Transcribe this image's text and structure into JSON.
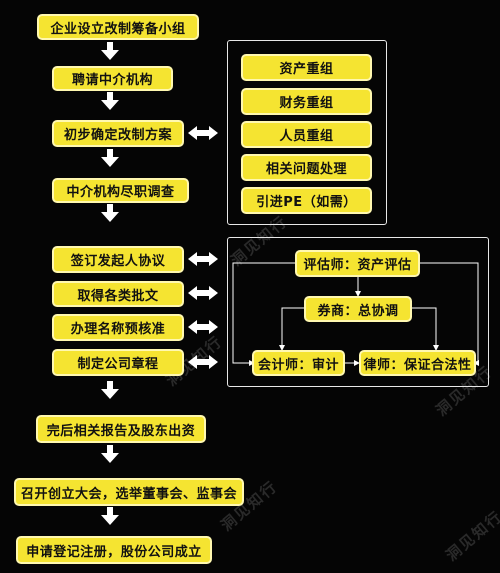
{
  "main_flow": [
    "企业设立改制筹备小组",
    "聘请中介机构",
    "初步确定改制方案",
    "中介机构尽职调查",
    "签订发起人协议",
    "取得各类批文",
    "办理名称预核准",
    "制定公司章程",
    "完后相关报告及股东出资",
    "召开创立大会，选举董事会、监事会",
    "申请登记注册，股份公司成立"
  ],
  "plan_items": [
    "资产重组",
    "财务重组",
    "人员重组",
    "相关问题处理",
    "引进PE（如需）"
  ],
  "agencies": {
    "appraiser": "评估师：资产评估",
    "broker": "券商：总协调",
    "accountant": "会计师：审计",
    "lawyer": "律师：保证合法性"
  },
  "watermark": "洞见知行",
  "colors": {
    "box": "#f5e431",
    "background": "#050505",
    "arrow": "#ffffff"
  }
}
